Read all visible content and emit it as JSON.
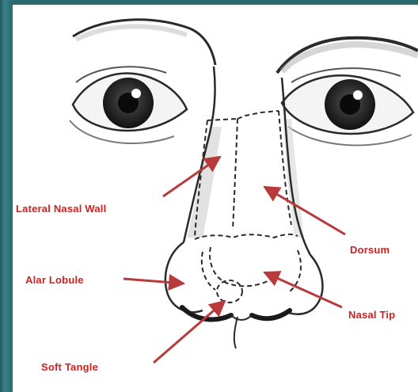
{
  "labels": {
    "lateral_nasal_wall": "Lateral Nasal Wall",
    "dorsum": "Dorsum",
    "alar_lobule": "Alar Lobule",
    "nasal_tip": "Nasal Tip",
    "soft_tangle": "Soft Tangle"
  },
  "colors": {
    "label": "#d21f1f",
    "arrow": "#b83a3a",
    "sketch": "#2a2a2a",
    "frame": "#2e6f73"
  }
}
